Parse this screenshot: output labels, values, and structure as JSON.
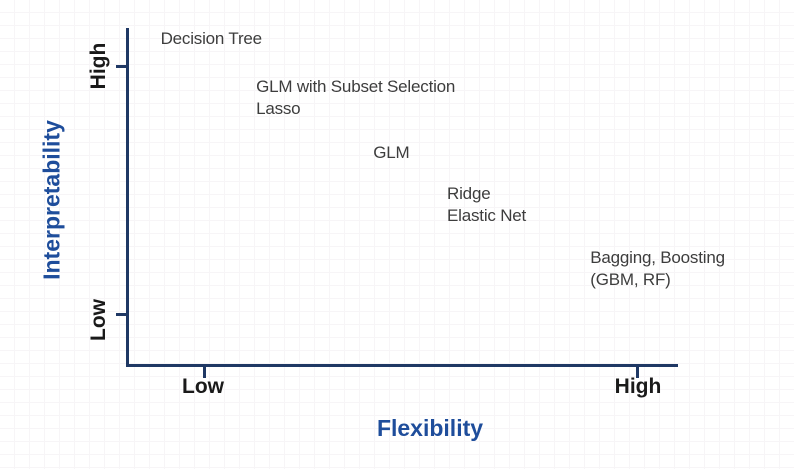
{
  "chart_data": {
    "type": "scatter",
    "title": "",
    "xlabel": "Flexibility",
    "ylabel": "Interpretability",
    "x_tick_labels": [
      "Low",
      "High"
    ],
    "y_tick_labels": [
      "High",
      "Low"
    ],
    "x_range_concept": [
      "Low",
      "High"
    ],
    "y_range_concept": [
      "Low",
      "High"
    ],
    "grid": "faint background grid",
    "legend": "none",
    "colors": {
      "axis": "#1f3864",
      "axis_title": "#1e4d9b",
      "tick_label": "#1a1a1a",
      "point_text": "#3d3d3d",
      "background": "#ffffff"
    },
    "points": [
      {
        "label": "Decision Tree",
        "label2": "",
        "flexibility": -0.1,
        "interpretability": 1.11
      },
      {
        "label": "GLM with Subset Selection",
        "label2": "Lasso",
        "flexibility": 0.12,
        "interpretability": 0.87
      },
      {
        "label": "GLM",
        "label2": "",
        "flexibility": 0.39,
        "interpretability": 0.65
      },
      {
        "label": "Ridge",
        "label2": "Elastic Net",
        "flexibility": 0.56,
        "interpretability": 0.44
      },
      {
        "label": "Bagging, Boosting",
        "label2": "(GBM, RF)",
        "flexibility": 0.89,
        "interpretability": 0.18
      }
    ]
  }
}
